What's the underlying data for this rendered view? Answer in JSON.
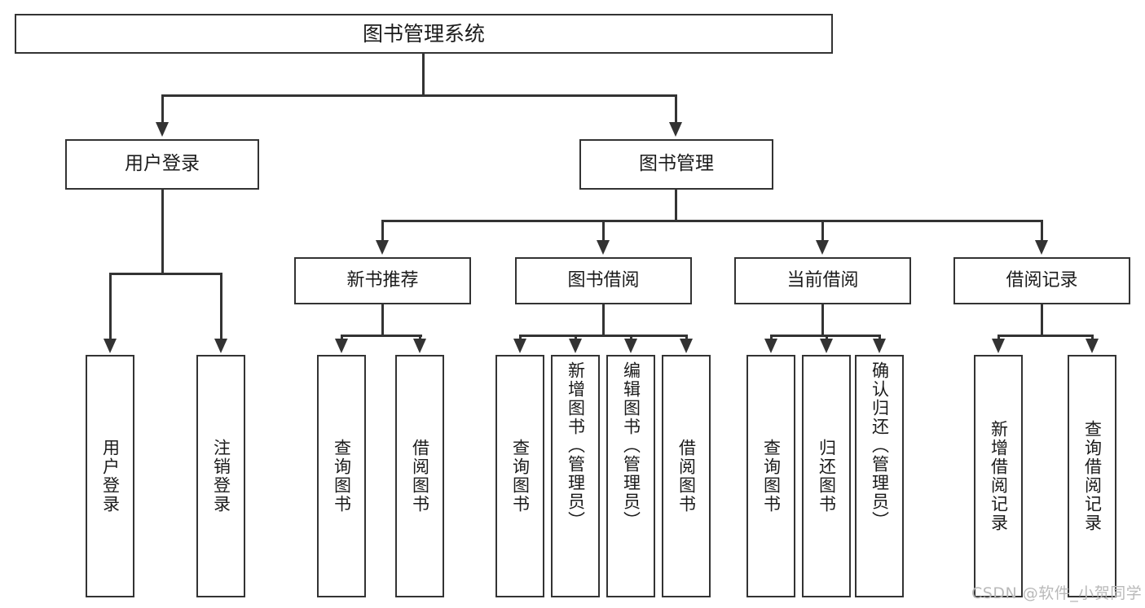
{
  "diagram": {
    "title": "图书管理系统",
    "type": "功能结构图",
    "colors": {
      "border": "#333333",
      "background": "#ffffff",
      "text": "#1b1b1b",
      "watermark": "#b9b9b9"
    }
  },
  "root": {
    "label": "图书管理系统"
  },
  "level2": [
    {
      "label": "用户登录"
    },
    {
      "label": "图书管理"
    }
  ],
  "level3": [
    {
      "label": "新书推荐"
    },
    {
      "label": "图书借阅"
    },
    {
      "label": "当前借阅"
    },
    {
      "label": "借阅记录"
    }
  ],
  "leaves": {
    "user_login": [
      {
        "label": "用户登录"
      },
      {
        "label": "注销登录"
      }
    ],
    "new_book_recommend": [
      {
        "label": "查询图书"
      },
      {
        "label": "借阅图书"
      }
    ],
    "book_borrow": [
      {
        "label": "查询图书"
      },
      {
        "label": "新增图书（管理员）"
      },
      {
        "label": "编辑图书（管理员）"
      },
      {
        "label": "借阅图书"
      }
    ],
    "current_borrow": [
      {
        "label": "查询图书"
      },
      {
        "label": "归还图书"
      },
      {
        "label": "确认归还（管理员）"
      }
    ],
    "borrow_record": [
      {
        "label": "新增借阅记录"
      },
      {
        "label": "查询借阅记录"
      }
    ]
  },
  "watermark": {
    "text": "CSDN @软件_小贺同学"
  }
}
